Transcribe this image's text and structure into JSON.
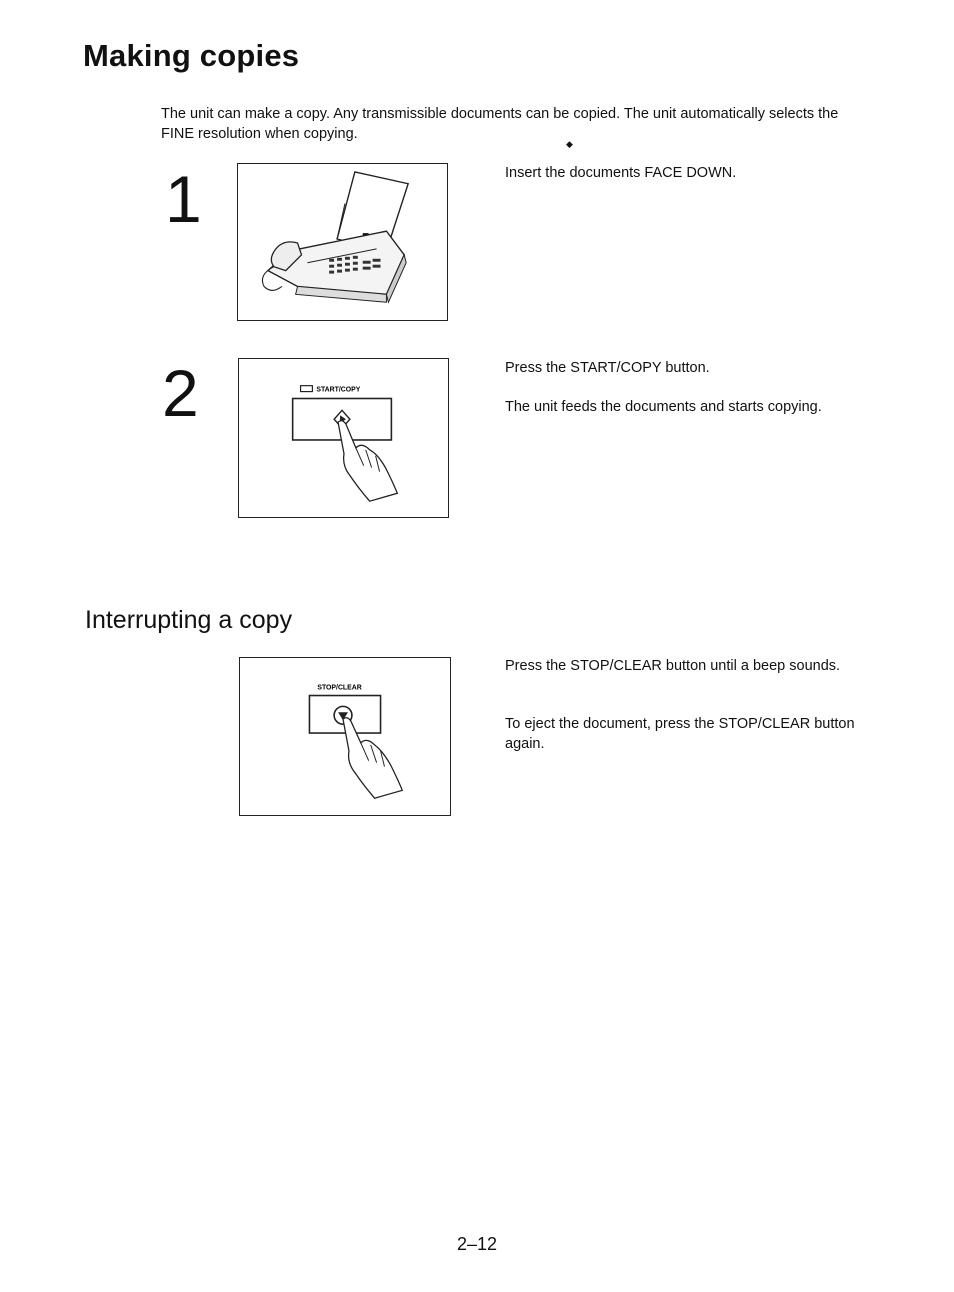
{
  "page": {
    "title": "Making copies",
    "intro": "The unit can make a copy. Any transmissible documents can be copied. The unit automatically selects the FINE resolution when copying.",
    "page_number": "2–12"
  },
  "steps": [
    {
      "number": "1",
      "text": "Insert the documents FACE DOWN."
    },
    {
      "number": "2",
      "text": "Press the START/COPY button.",
      "text2": "The unit feeds the documents and starts copying."
    }
  ],
  "interrupt": {
    "heading": "Interrupting a copy",
    "text": "Press the STOP/CLEAR button until a beep sounds.",
    "text2": "To eject the document, press the STOP/CLEAR button again."
  },
  "figures": {
    "start_copy_label": "START/COPY",
    "stop_clear_label": "STOP/CLEAR"
  },
  "icons": {
    "fax": "fax-machine-icon",
    "start": "start-button-icon",
    "stop": "stop-button-icon",
    "hand": "pointing-hand-icon"
  }
}
